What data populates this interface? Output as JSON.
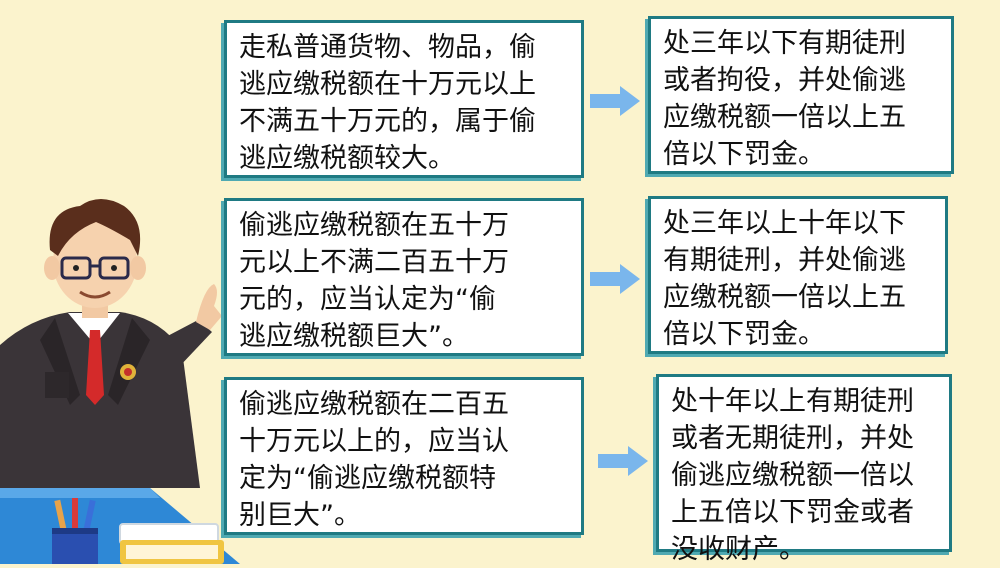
{
  "colors": {
    "background": "#fbf3cd",
    "box_border": "#1f7a83",
    "arrow": "#7ab6ec"
  },
  "rows": [
    {
      "condition": "走私普通货物、物品，偷\n逃应缴税额在十万元以上\n不满五十万元的，属于偷\n逃应缴税额较大。",
      "penalty": "处三年以下有期徒刑\n或者拘役，并处偷逃\n应缴税额一倍以上五\n倍以下罚金。"
    },
    {
      "condition": "偷逃应缴税额在五十万\n元以上不满二百五十万\n元的，应当认定为“偷\n逃应缴税额巨大”。",
      "penalty": "处三年以上十年以下\n有期徒刑，并处偷逃\n应缴税额一倍以上五\n倍以下罚金。"
    },
    {
      "condition": "偷逃应缴税额在二百五\n十万元以上的，应当认\n定为“偷逃应缴税额特\n别巨大”。",
      "penalty": "处十年以上有期徒刑\n或者无期徒刑，并处\n偷逃应缴税额一倍以\n上五倍以下罚金或者\n没收财产。"
    }
  ],
  "illustration": {
    "figure": "judge-character-icon",
    "props": [
      "books-icon",
      "pencil-cup-icon",
      "desk-icon"
    ]
  }
}
